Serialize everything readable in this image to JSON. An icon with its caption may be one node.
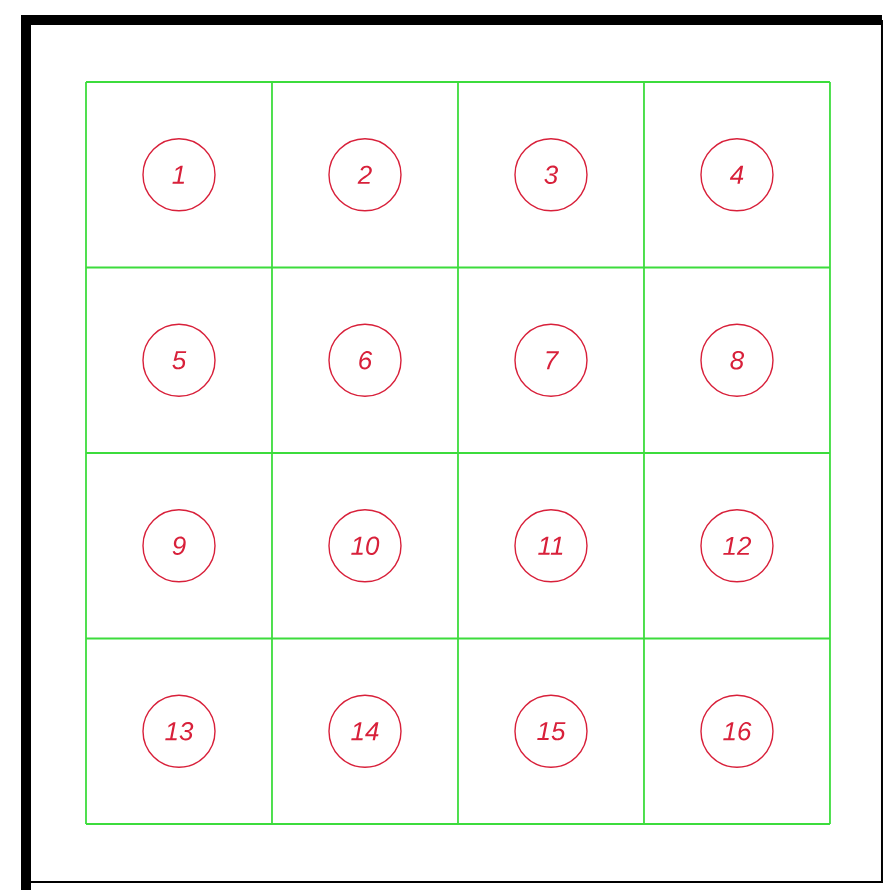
{
  "diagram": {
    "nodes": [
      {
        "text": [
          "1"
        ]
      },
      {
        "text": [
          "2"
        ]
      },
      {
        "text": [
          "3"
        ]
      },
      {
        "text": [
          "4"
        ]
      },
      {
        "text": [
          "5"
        ]
      },
      {
        "text": [
          "6"
        ]
      },
      {
        "text": [
          "7"
        ]
      },
      {
        "text": [
          "8"
        ]
      },
      {
        "text": [
          "9"
        ]
      },
      {
        "text": [
          "10"
        ]
      },
      {
        "text": [
          "11"
        ]
      },
      {
        "text": [
          "12"
        ]
      },
      {
        "text": [
          "13"
        ]
      },
      {
        "text": [
          "14"
        ]
      },
      {
        "text": [
          "15"
        ]
      },
      {
        "text": [
          "16"
        ]
      }
    ]
  }
}
